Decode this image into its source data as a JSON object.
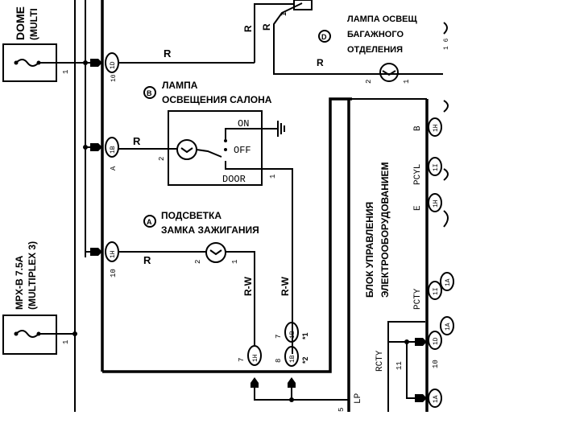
{
  "fuses": {
    "dome": {
      "name": "DOME",
      "sub": "(MULTI",
      "pin": "1"
    },
    "mpx": {
      "name": "MPX-B 7.5A",
      "sub": "(MULTIPLEX 3)",
      "pin": "1"
    }
  },
  "components": {
    "lamp_b": {
      "marker": "B",
      "line1": "ЛАМПА",
      "line2": "ОСВЕЩЕНИЯ САЛОНА",
      "switch_on": "ON",
      "switch_off": "OFF",
      "switch_door": "DOOR",
      "pin_in": "2",
      "pin_out": "1"
    },
    "lamp_a": {
      "marker": "A",
      "line1": "ПОДСВЕТКА",
      "line2": "ЗАМКА ЗАЖИГАНИЯ",
      "pin_in": "2",
      "pin_out": "1"
    },
    "lamp_d": {
      "marker": "D",
      "line1": "ЛАМПА ОСВЕЩ",
      "line2": "БАГАЖНОГО",
      "line3": "ОТДЕЛЕНИЯ",
      "pin_in": "2",
      "pin_out": "1"
    },
    "ecu": {
      "line1": "БЛОК УПРАВЛЕНИЯ",
      "line2": "ЭЛЕКТРООБОРУДОВАНИЕМ",
      "term_b": "B",
      "term_pcyl": "PCYL",
      "term_e": "E",
      "term_pcty": "PCTY",
      "term_rcty": "RCTY",
      "term_lp": "LP"
    }
  },
  "connectors": {
    "c1": {
      "pin": "10",
      "id": "1D"
    },
    "c2": {
      "pin": "A",
      "id": "1B"
    },
    "c3": {
      "pin": "10",
      "id": "1H"
    },
    "c4": {
      "pin": "7",
      "id": "1H"
    },
    "c5": {
      "pin": "7",
      "id": "1B"
    },
    "c6": {
      "pin": "8",
      "id": "1B"
    },
    "c7": {
      "pin": "10",
      "id": "1D"
    },
    "c8": {
      "pin": "",
      "id": "1A"
    },
    "c9": {
      "pin": "",
      "id": "1I"
    },
    "c10": {
      "pin": "",
      "id": "1H"
    }
  },
  "wire_colors": {
    "r": "R",
    "rw": "R-W"
  },
  "notes": {
    "n1": "*1",
    "n2": "*2",
    "pin5": "5",
    "pin11": "11"
  }
}
